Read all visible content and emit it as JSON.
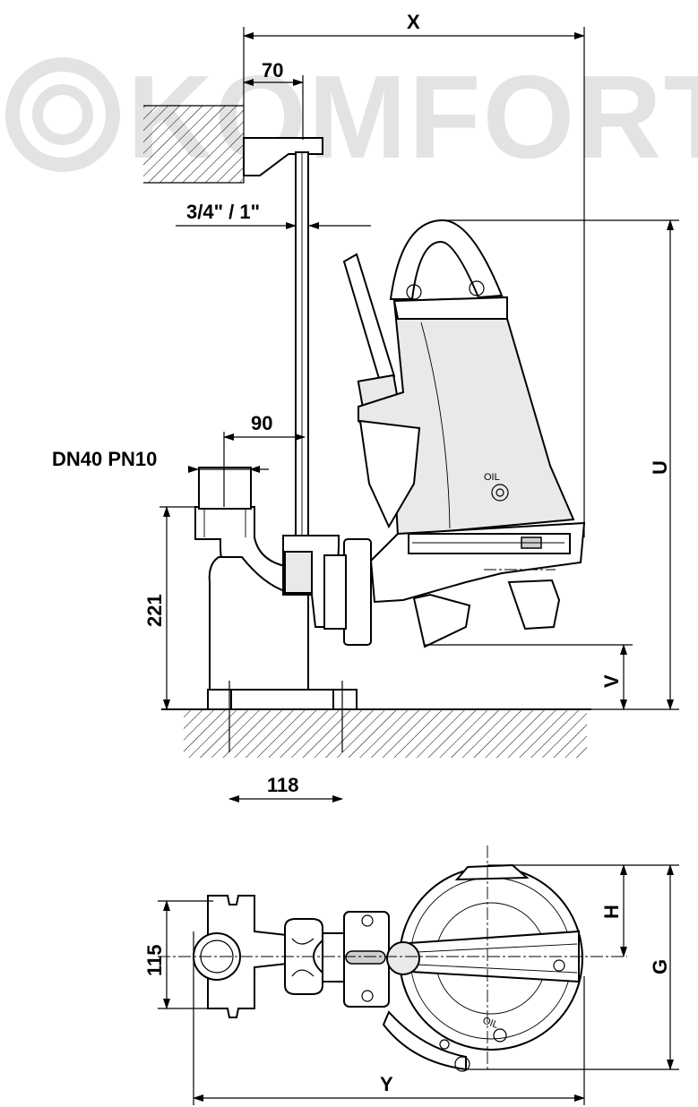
{
  "watermark": {
    "text": "KOMFORT",
    "logo_icon": "komfort-circle-logo-icon"
  },
  "side_view": {
    "dims": {
      "x": "X",
      "offset_70": "70",
      "pipe_3_4_1": "3/4\" / 1\"",
      "offset_90": "90",
      "dn40_pn10": "DN40 PN10",
      "height_221": "221",
      "base_118": "118",
      "u": "U",
      "v": "V"
    },
    "oil_label": "OIL"
  },
  "top_view": {
    "dims": {
      "width_115": "115",
      "h": "H",
      "g": "G",
      "y": "Y"
    },
    "oil_label": "OIL"
  }
}
